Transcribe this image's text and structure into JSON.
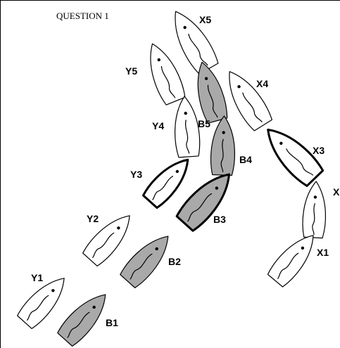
{
  "title": "QUESTION 1",
  "colors": {
    "white_boat": "#ffffff",
    "gray_boat": "#a9a9a9",
    "outline": "#000000"
  },
  "boats": [
    {
      "id": "x5",
      "label": "X5",
      "fill": "white",
      "bold": false
    },
    {
      "id": "y5",
      "label": "Y5",
      "fill": "white",
      "bold": false
    },
    {
      "id": "b5",
      "label": "B5",
      "fill": "gray",
      "bold": false
    },
    {
      "id": "x4",
      "label": "X4",
      "fill": "white",
      "bold": false
    },
    {
      "id": "y4",
      "label": "Y4",
      "fill": "white",
      "bold": false
    },
    {
      "id": "b4",
      "label": "B4",
      "fill": "gray",
      "bold": false
    },
    {
      "id": "x3",
      "label": "X3",
      "fill": "white",
      "bold": true
    },
    {
      "id": "y3",
      "label": "Y3",
      "fill": "white",
      "bold": true
    },
    {
      "id": "b3",
      "label": "B3",
      "fill": "gray",
      "bold": true
    },
    {
      "id": "x2",
      "label": "X",
      "fill": "white",
      "bold": false
    },
    {
      "id": "y2",
      "label": "Y2",
      "fill": "white",
      "bold": false
    },
    {
      "id": "b2",
      "label": "B2",
      "fill": "gray",
      "bold": false
    },
    {
      "id": "x1",
      "label": "X1",
      "fill": "white",
      "bold": false
    },
    {
      "id": "y1",
      "label": "Y1",
      "fill": "white",
      "bold": false
    },
    {
      "id": "b1",
      "label": "B1",
      "fill": "gray",
      "bold": false
    }
  ]
}
